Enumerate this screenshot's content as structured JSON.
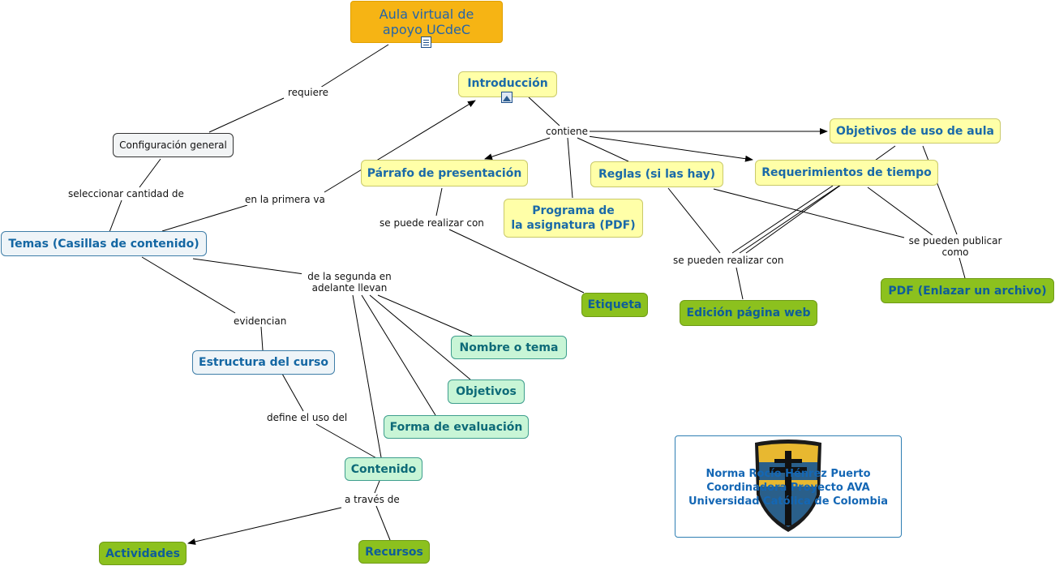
{
  "nodes": {
    "root": "Aula virtual de apoyo UCdeC",
    "introduccion": "Introducción",
    "configuracion": "Configuración general",
    "temas": "Temas (Casillas de contenido)",
    "objetivos_uso": "Objetivos de uso de aula",
    "parrafo": "Párrafo de presentación",
    "reglas": "Reglas (si las hay)",
    "requerimientos": "Requerimientos de tiempo",
    "programa_line1": "Programa de",
    "programa_line2": "la asignatura (PDF)",
    "etiqueta": "Etiqueta",
    "edicion": "Edición página web",
    "pdf": "PDF (Enlazar un archivo)",
    "nombre": "Nombre o tema",
    "objetivos": "Objetivos",
    "forma": "Forma de evaluación",
    "estructura": "Estructura del curso",
    "contenido": "Contenido",
    "actividades": "Actividades",
    "recursos": "Recursos"
  },
  "labels": {
    "requiere": "requiere",
    "contiene": "contiene",
    "seleccionar": "seleccionar cantidad de",
    "primera": "en la primera va",
    "realizar1": "se puede realizar con",
    "realizar2": "se pueden realizar con",
    "publicar_line1": "se pueden publicar",
    "publicar_line2": "como",
    "segunda_line1": "de la segunda en",
    "segunda_line2": "adelante llevan",
    "evidencian": "evidencian",
    "define": "define el uso del",
    "traves": "a través de"
  },
  "credit": {
    "line1": "Norma Rocío Hénrez Puerto",
    "line2": "Coordinadora Proyecto AVA",
    "line3": "Universidad Católica de Colombia"
  },
  "icons": {
    "root": "document-icon",
    "introduccion": "image-icon",
    "credit": "university-shield-logo"
  },
  "colors": {
    "root_fill": "#f6b414",
    "concept_fill": "#ffffa8",
    "leaf_fill": "#8cc11e",
    "mint_fill": "#c8f5d6",
    "pale_fill": "#eef4f8",
    "text_blue": "#1a6aa8"
  }
}
